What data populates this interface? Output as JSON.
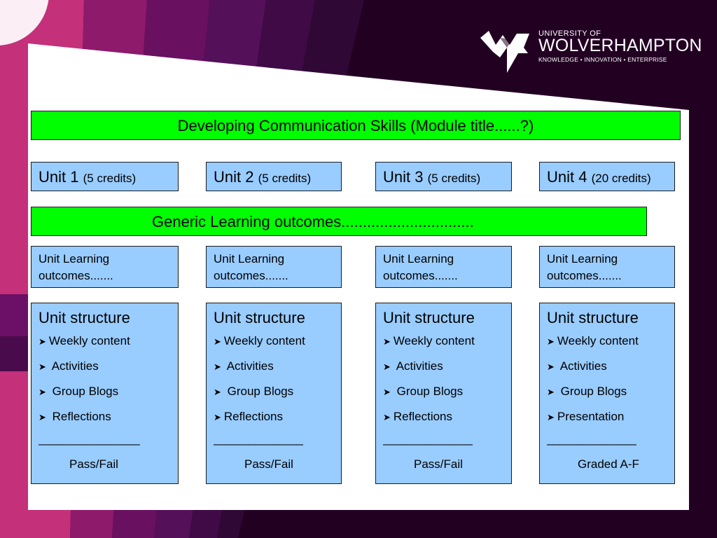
{
  "logo": {
    "line1": "UNIVERSITY OF",
    "line2": "WOLVERHAMPTON",
    "line3": "KNOWLEDGE • INNOVATION • ENTERPRISE"
  },
  "title": "Developing Communication Skills (Module title......?)",
  "generic_outcomes": "Generic Learning outcomes...............................",
  "colors": {
    "green_box": "#00ff00",
    "blue_box": "#99ccff",
    "background": "#220022"
  },
  "units": [
    {
      "name": "Unit 1",
      "credits": "(5 credits)",
      "outcomes_line1": "Unit Learning",
      "outcomes_line2": "outcomes.......",
      "structure_title": "Unit structure",
      "items": [
        "Weekly content",
        " Activities",
        " Group Blogs",
        " Reflections"
      ],
      "line": "_________________",
      "grading": "Pass/Fail"
    },
    {
      "name": "Unit 2",
      "credits": "(5 credits)",
      "outcomes_line1": "Unit Learning",
      "outcomes_line2": "outcomes.......",
      "structure_title": "Unit structure",
      "items": [
        "Weekly content",
        " Activities",
        " Group Blogs",
        "Reflections"
      ],
      "line": "_______________",
      "grading": "Pass/Fail"
    },
    {
      "name": "Unit 3",
      "credits": "(5 credits)",
      "outcomes_line1": "Unit Learning",
      "outcomes_line2": "outcomes.......",
      "structure_title": "Unit structure",
      "items": [
        "Weekly content",
        " Activities",
        " Group Blogs",
        "Reflections"
      ],
      "line": "_______________",
      "grading": "Pass/Fail"
    },
    {
      "name": "Unit 4",
      "credits": "(20 credits)",
      "outcomes_line1": "Unit Learning",
      "outcomes_line2": "outcomes.......",
      "structure_title": "Unit structure",
      "items": [
        "Weekly content",
        " Activities",
        " Group Blogs",
        "Presentation"
      ],
      "line": "_______________",
      "grading": "Graded A-F"
    }
  ]
}
